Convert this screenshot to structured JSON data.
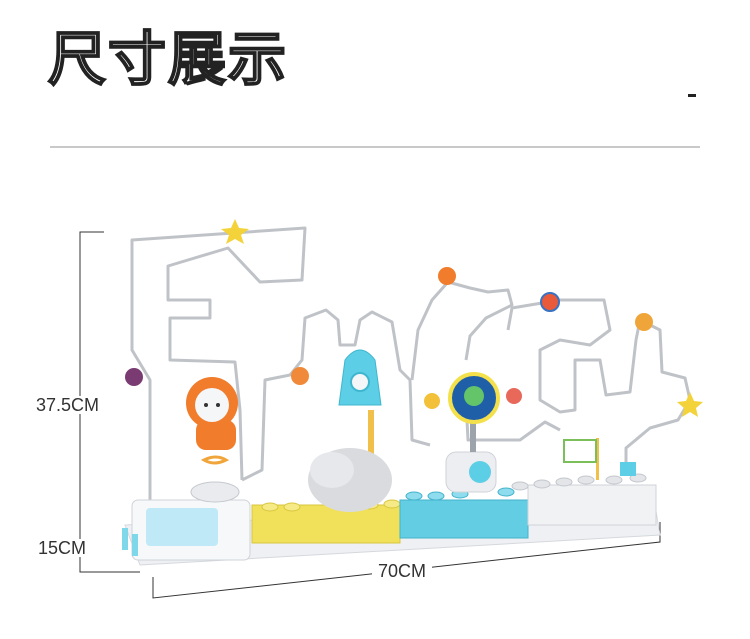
{
  "title": "尺寸展示",
  "dimensions": {
    "height": "37.5CM",
    "depth": "15CM",
    "width": "70CM"
  },
  "colors": {
    "wire": "#bfc3c8",
    "accent_orange": "#f07c2c",
    "accent_cyan": "#5ccfe6",
    "accent_yellow": "#f3e04a",
    "base_white": "#f4f5f7"
  }
}
